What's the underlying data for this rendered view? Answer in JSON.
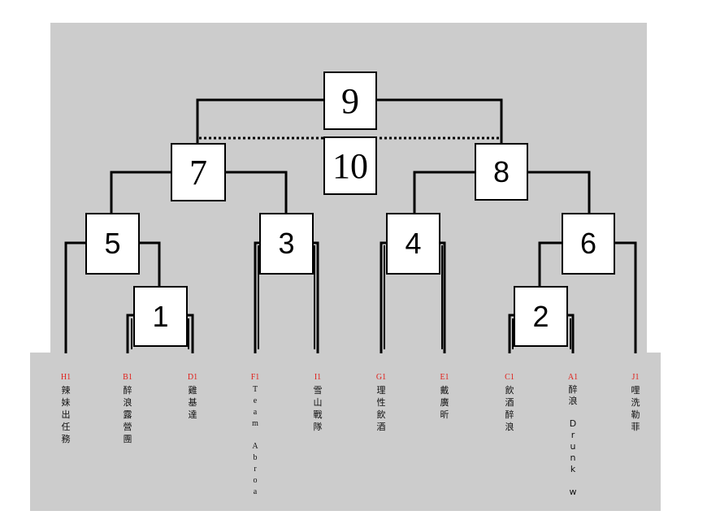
{
  "colors": {
    "background": "#cccccc",
    "line": "#000000",
    "box": "#ffffff",
    "team_code": "#e0201b"
  },
  "matches": [
    {
      "id": "m9",
      "label": "9"
    },
    {
      "id": "m10",
      "label": "10"
    },
    {
      "id": "m7",
      "label": "7"
    },
    {
      "id": "m8",
      "label": "8"
    },
    {
      "id": "m5",
      "label": "5"
    },
    {
      "id": "m3",
      "label": "3"
    },
    {
      "id": "m4",
      "label": "4"
    },
    {
      "id": "m6",
      "label": "6"
    },
    {
      "id": "m1",
      "label": "1"
    },
    {
      "id": "m2",
      "label": "2"
    }
  ],
  "teams": [
    {
      "code": "H1",
      "name": "辣\n妹\n出\n任\n務"
    },
    {
      "code": "B1",
      "name": "醉\n浪\n露\n營\n團"
    },
    {
      "code": "D1",
      "name": "雞\n基\n達"
    },
    {
      "code": "F1",
      "name": "T\ne\na\nm\n \nA\nb\nr\no\na"
    },
    {
      "code": "I1",
      "name": "雪\n山\n戰\n隊"
    },
    {
      "code": "G1",
      "name": "理\n性\n飲\n酒"
    },
    {
      "code": "E1",
      "name": "戴\n廣\n昕"
    },
    {
      "code": "C1",
      "name": "飲\n酒\n醉\n浪"
    },
    {
      "code": "A1",
      "name": "醉\n浪\n \nD\nr\nu\nn\nk\n \nw"
    },
    {
      "code": "J1",
      "name": "哩\n洗\n勒\n菲"
    }
  ]
}
